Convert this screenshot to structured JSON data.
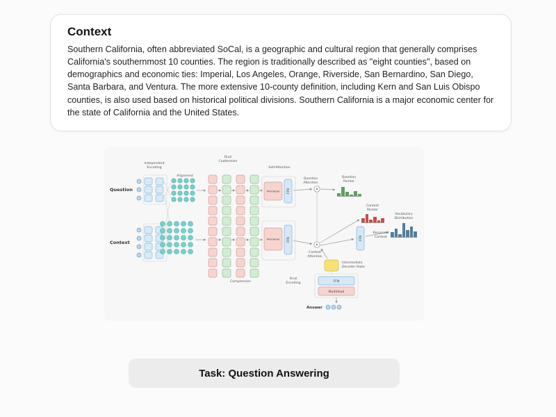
{
  "context_card": {
    "title": "Context",
    "body": "Southern California, often abbreviated SoCal, is a geographic and cultural region that generally comprises California's southernmost 10 counties. The region is traditionally described as \"eight counties\", based on demographics and economic ties: Imperial, Los Angeles, Orange, Riverside, San Bernardino, San Diego, Santa Barbara, and Ventura. The more extensive 10-county definition, including Kern and San Luis Obispo counties, is also used based on historical political divisions. Southern California is a major economic center for the state of California and the United States."
  },
  "diagram": {
    "labels": {
      "question_row": "Question",
      "context_row": "Context",
      "independent_encoding_1": "Independent",
      "independent_encoding_2": "Encoding",
      "alignment": "Alignment",
      "dual_coattention_1": "Dual",
      "dual_coattention_2": "Coattention",
      "self_attention": "Self-Attention",
      "compression": "Compression",
      "final_encoding_1": "Final",
      "final_encoding_2": "Encoding",
      "multihead": "MultiHead",
      "ffn": "FFN",
      "question_attention_1": "Question",
      "question_attention_2": "Attention",
      "question_pointer_1": "Question",
      "question_pointer_2": "Pointer",
      "context_attention_1": "Context",
      "context_attention_2": "Attention",
      "context_pointer_1": "Context",
      "context_pointer_2": "Pointer",
      "vocabulary_distribution_1": "Vocabulary",
      "vocabulary_distribution_2": "Distribution",
      "recurrent_context_1": "Recurrent",
      "recurrent_context_2": "Context",
      "intermediate_decoder_state_1": "Intermediate",
      "intermediate_decoder_state_2": "Decoder State",
      "answer": "Answer"
    },
    "charts": {
      "question_pointer": {
        "color": "#5f9e61",
        "values": [
          0.25,
          0.9,
          0.4,
          0.15,
          0.5,
          0.2
        ]
      },
      "context_pointer": {
        "color": "#c2504b",
        "values": [
          0.5,
          0.95,
          0.3,
          0.65,
          0.25,
          0.45
        ]
      },
      "vocabulary_distribution": {
        "color": "#4f7f9e",
        "values": [
          0.3,
          0.55,
          0.2,
          0.9,
          0.45,
          0.7,
          0.35
        ]
      }
    },
    "colors": {
      "encoding_box": "#d9eaf6",
      "coattention_pink": "#f6d5d0",
      "compression_green": "#d4ecd6",
      "alignment_teal": "#7bcfc8",
      "ffn_blue": "#d6e8f8",
      "decoder_state_yellow": "#f7e27a"
    }
  },
  "task_bar": {
    "label": "Task: Question Answering"
  }
}
